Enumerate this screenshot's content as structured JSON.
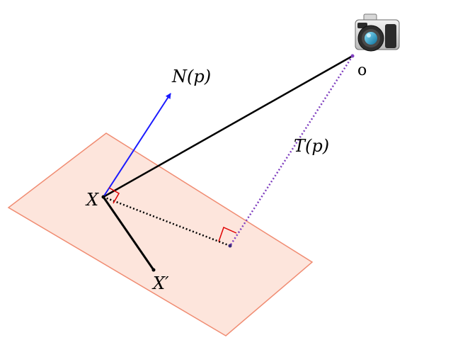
{
  "labels": {
    "normal": "N(p)",
    "point_x": "X",
    "point_x_prime": "X′",
    "camera_center": "o",
    "tangent_distance": "T(p)"
  },
  "icons": {
    "camera": "camera-icon"
  },
  "colors": {
    "plane_fill": "#fde5dc",
    "plane_stroke": "#f08c72",
    "normal_vector": "#1a1aff",
    "line": "#000000",
    "dotted_projection": "#7f3fbf",
    "right_angle_marker": "#e00000"
  }
}
